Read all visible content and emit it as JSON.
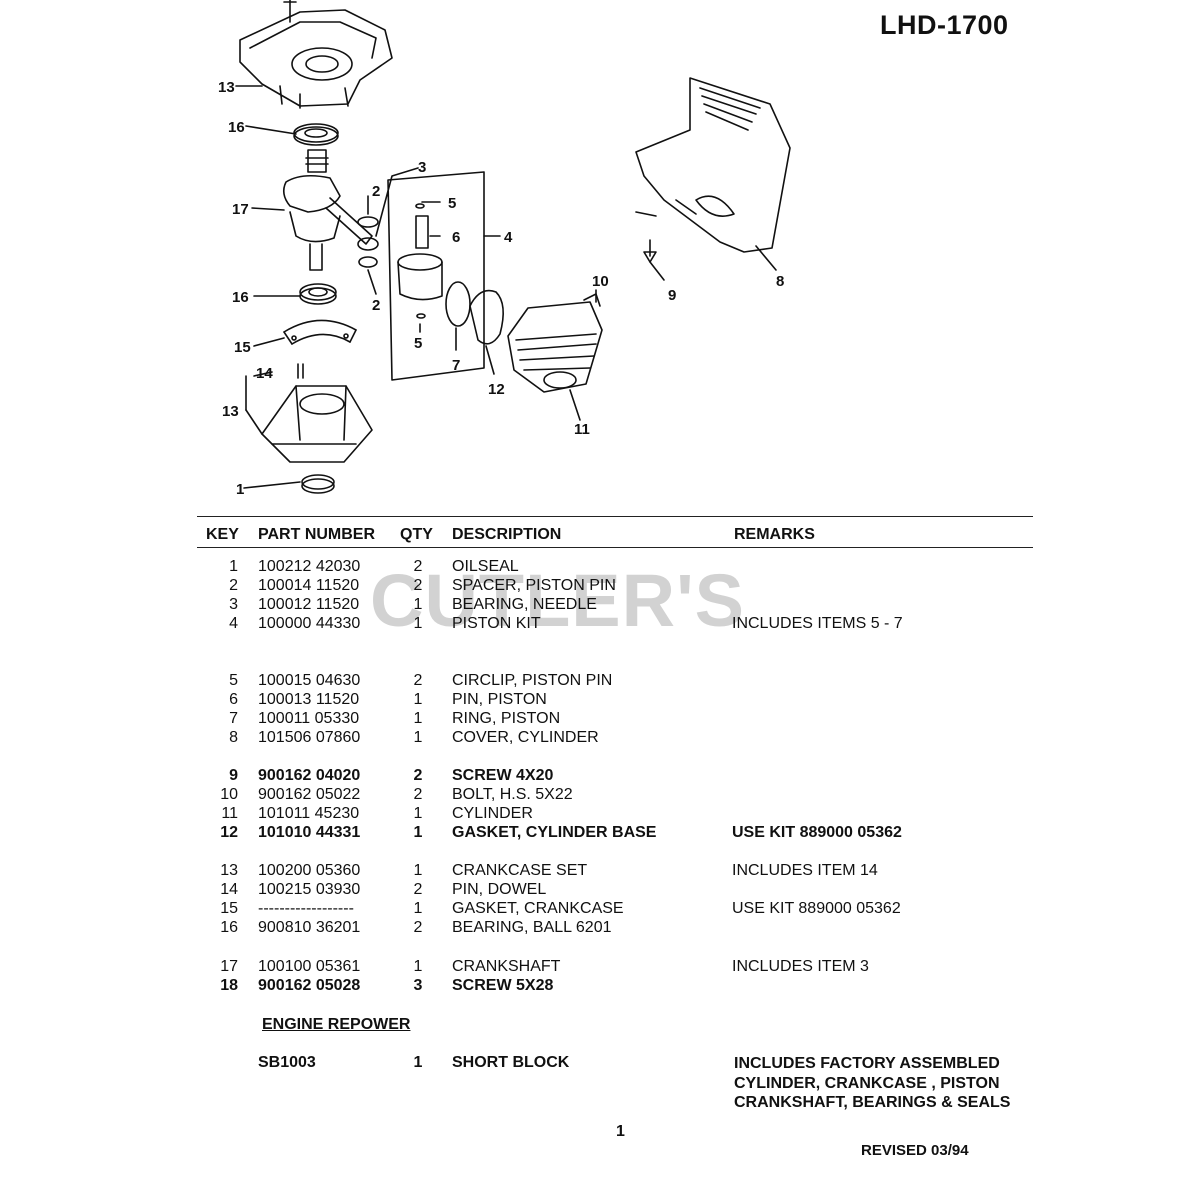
{
  "model": "LHD-1700",
  "watermark": "CUTLER'S",
  "diagram": {
    "callouts": [
      "13",
      "16",
      "17",
      "2",
      "3",
      "5",
      "6",
      "4",
      "2",
      "16",
      "15",
      "5",
      "7",
      "12",
      "10",
      "11",
      "14",
      "13",
      "1",
      "9",
      "8"
    ]
  },
  "table": {
    "headers": {
      "key": "KEY",
      "part_number": "PART NUMBER",
      "qty": "QTY",
      "description": "DESCRIPTION",
      "remarks": "REMARKS"
    },
    "rows": [
      {
        "key": "1",
        "part": "100212 42030",
        "qty": "2",
        "desc": "OILSEAL",
        "rem": ""
      },
      {
        "key": "2",
        "part": "100014 11520",
        "qty": "2",
        "desc": "SPACER, PISTON PIN",
        "rem": ""
      },
      {
        "key": "3",
        "part": "100012 11520",
        "qty": "1",
        "desc": "BEARING, NEEDLE",
        "rem": ""
      },
      {
        "key": "4",
        "part": "100000 44330",
        "qty": "1",
        "desc": "PISTON KIT",
        "rem": "INCLUDES ITEMS 5 - 7"
      },
      {
        "key": "5",
        "part": "100015 04630",
        "qty": "2",
        "desc": "CIRCLIP, PISTON PIN",
        "rem": ""
      },
      {
        "key": "6",
        "part": "100013 11520",
        "qty": "1",
        "desc": "PIN, PISTON",
        "rem": ""
      },
      {
        "key": "7",
        "part": "100011 05330",
        "qty": "1",
        "desc": "RING, PISTON",
        "rem": ""
      },
      {
        "key": "8",
        "part": "101506 07860",
        "qty": "1",
        "desc": "COVER, CYLINDER",
        "rem": ""
      },
      {
        "key": "9",
        "part": "900162 04020",
        "qty": "2",
        "desc": "SCREW  4X20",
        "rem": ""
      },
      {
        "key": "10",
        "part": "900162 05022",
        "qty": "2",
        "desc": "BOLT, H.S.  5X22",
        "rem": ""
      },
      {
        "key": "11",
        "part": "101011 45230",
        "qty": "1",
        "desc": "CYLINDER",
        "rem": ""
      },
      {
        "key": "12",
        "part": "101010 44331",
        "qty": "1",
        "desc": "GASKET, CYLINDER BASE",
        "rem": "USE KIT 889000 05362"
      },
      {
        "key": "13",
        "part": "100200 05360",
        "qty": "1",
        "desc": "CRANKCASE SET",
        "rem": "INCLUDES ITEM 14"
      },
      {
        "key": "14",
        "part": "100215 03930",
        "qty": "2",
        "desc": "PIN, DOWEL",
        "rem": ""
      },
      {
        "key": "15",
        "part": "------------------",
        "qty": "1",
        "desc": "GASKET, CRANKCASE",
        "rem": "USE KIT 889000 05362"
      },
      {
        "key": "16",
        "part": "900810 36201",
        "qty": "2",
        "desc": "BEARING, BALL  6201",
        "rem": ""
      },
      {
        "key": "17",
        "part": "100100 05361",
        "qty": "1",
        "desc": "CRANKSHAFT",
        "rem": "INCLUDES ITEM 3"
      },
      {
        "key": "18",
        "part": "900162 05028",
        "qty": "3",
        "desc": "SCREW  5X28",
        "rem": ""
      }
    ]
  },
  "engine_repower": {
    "title": "ENGINE REPOWER",
    "part": "SB1003",
    "qty": "1",
    "desc": "SHORT BLOCK",
    "remarks": [
      "INCLUDES FACTORY ASSEMBLED",
      "CYLINDER, CRANKCASE , PISTON",
      "CRANKSHAFT, BEARINGS & SEALS"
    ]
  },
  "page_number": "1",
  "revised": "REVISED 03/94"
}
